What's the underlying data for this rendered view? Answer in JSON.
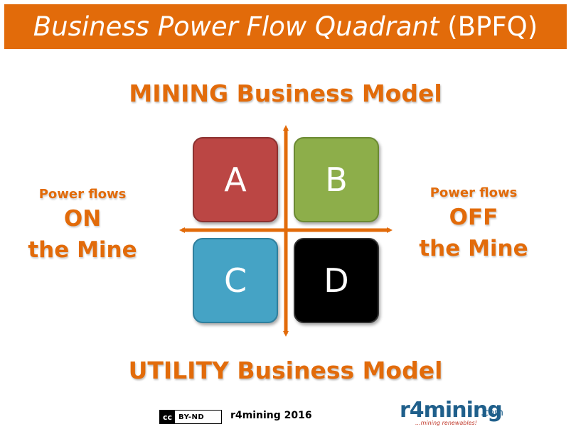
{
  "banner": {
    "title_italic": "Business Power Flow Quadrant",
    "title_abbrev": "(BPFQ)"
  },
  "headings": {
    "top": "MINING Business Model",
    "bottom": "UTILITY Business Model"
  },
  "left_side": {
    "line1": "Power flows",
    "line2": "ON",
    "line3": "the Mine"
  },
  "right_side": {
    "line1": "Power flows",
    "line2": "OFF",
    "line3": "the Mine"
  },
  "quadrants": {
    "a": "A",
    "b": "B",
    "c": "C",
    "d": "D"
  },
  "footer": {
    "license_cc": "cc",
    "license_terms": "BY-ND",
    "credit": "r4mining 2016",
    "logo_word": "r4mining",
    "logo_domain": ".com",
    "logo_tagline": "...mining renewables!"
  },
  "colors": {
    "accent": "#e26b0a",
    "quadrant_a": "#bb4644",
    "quadrant_b": "#8dae4a",
    "quadrant_c": "#45a3c5",
    "quadrant_d": "#000000"
  }
}
